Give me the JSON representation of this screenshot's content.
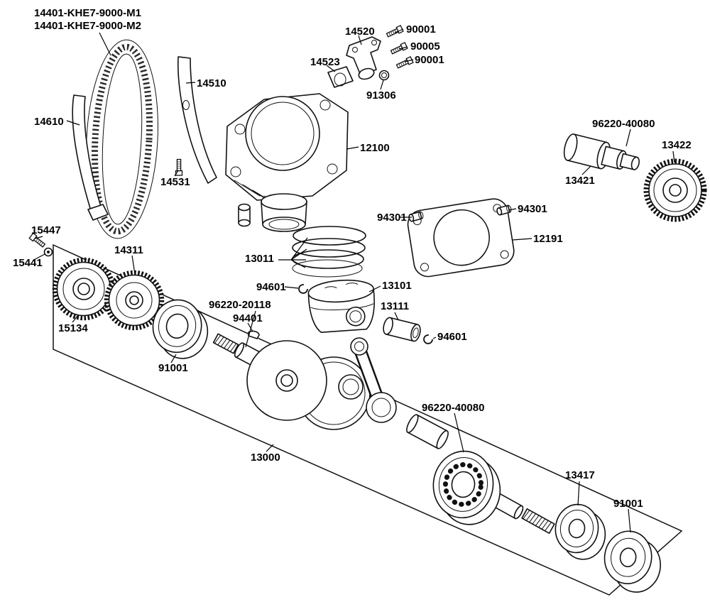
{
  "diagram": {
    "type": "exploded-parts-diagram",
    "subject": "engine cylinder, piston and crankshaft exploded view",
    "background": "#ffffff",
    "line_color": "#111111",
    "text_color": "#000000"
  },
  "labels": [
    {
      "text": "14401-KHE7-9000-M1"
    },
    {
      "text": "14401-KHE7-9000-M2"
    },
    {
      "text": "14520"
    },
    {
      "text": "90001"
    },
    {
      "text": "90005"
    },
    {
      "text": "90001"
    },
    {
      "text": "14523"
    },
    {
      "text": "91306"
    },
    {
      "text": "14510"
    },
    {
      "text": "14610"
    },
    {
      "text": "12100"
    },
    {
      "text": "96220-40080"
    },
    {
      "text": "13422"
    },
    {
      "text": "13421"
    },
    {
      "text": "14531"
    },
    {
      "text": "94301"
    },
    {
      "text": "94301"
    },
    {
      "text": "12191"
    },
    {
      "text": "15447"
    },
    {
      "text": "15441"
    },
    {
      "text": "14311"
    },
    {
      "text": "13011"
    },
    {
      "text": "94601"
    },
    {
      "text": "13101"
    },
    {
      "text": "96220-20118"
    },
    {
      "text": "94401"
    },
    {
      "text": "13111"
    },
    {
      "text": "15134"
    },
    {
      "text": "94601"
    },
    {
      "text": "91001"
    },
    {
      "text": "96220-40080"
    },
    {
      "text": "13000"
    },
    {
      "text": "13417"
    },
    {
      "text": "91001"
    }
  ]
}
